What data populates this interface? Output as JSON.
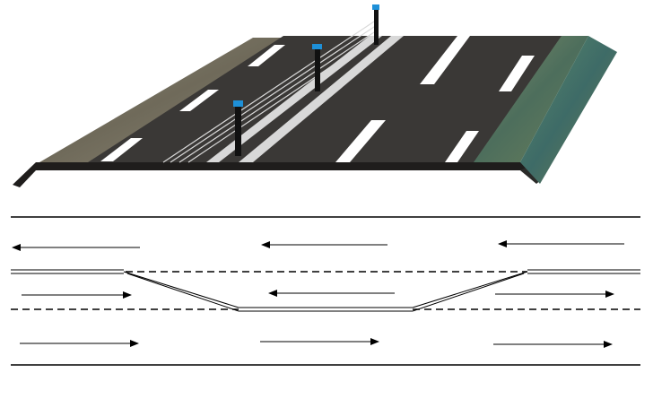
{
  "scene": {
    "colors": {
      "asphalt": "#3a3836",
      "asphalt_edge": "#1f1d1c",
      "marking": "#ffffff",
      "shoulder_left": "#7d7766",
      "shoulder_right": "#5f7a63",
      "post": "#111111",
      "post_cap": "#1e90d8",
      "cable": "#d9d9d9"
    }
  },
  "plan": {
    "colors": {
      "line": "#000000",
      "background": "#ffffff"
    },
    "lane_arrows": [
      {
        "lane": "top",
        "direction": "left"
      },
      {
        "lane": "top",
        "direction": "left"
      },
      {
        "lane": "top",
        "direction": "left"
      },
      {
        "lane": "middle",
        "direction": "right"
      },
      {
        "lane": "middle",
        "direction": "left"
      },
      {
        "lane": "middle",
        "direction": "right"
      },
      {
        "lane": "bottom",
        "direction": "right"
      },
      {
        "lane": "bottom",
        "direction": "right"
      },
      {
        "lane": "bottom",
        "direction": "right"
      }
    ]
  }
}
